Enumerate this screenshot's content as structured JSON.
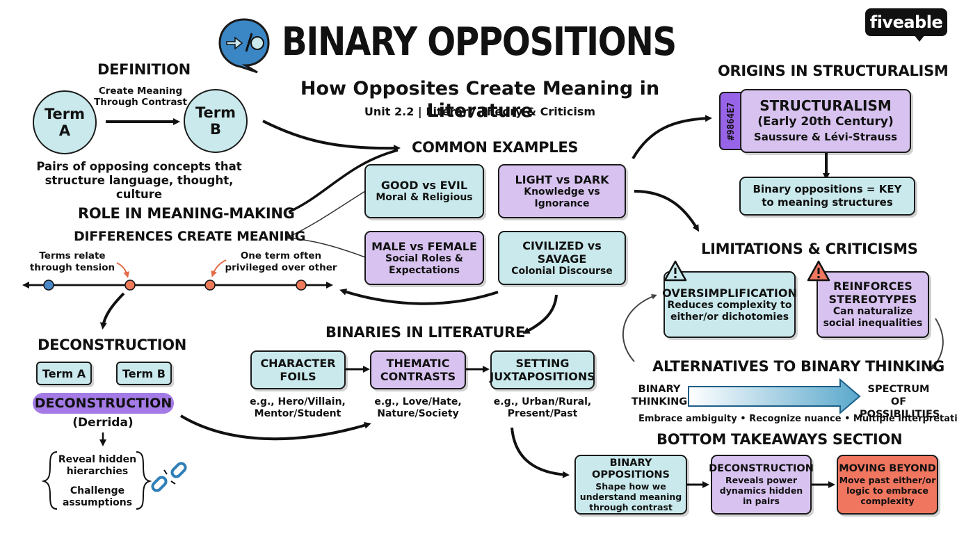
{
  "header": {
    "title": "BINARY OPPOSITIONS",
    "subtitle": "How Opposites Create Meaning in Literature",
    "unit": "Unit 2.2 | Literary Theory & Criticism",
    "brand": "fiveable",
    "brand_color": "#111111"
  },
  "definition": {
    "heading": "DEFINITION",
    "term_a": [
      "Term",
      "A"
    ],
    "term_b": [
      "Term",
      "B"
    ],
    "arrow_label": [
      "Create Meaning",
      "Through Contrast"
    ],
    "description": [
      "Pairs of opposing concepts that",
      "structure language, thought, culture"
    ]
  },
  "role": {
    "heading": "ROLE IN MEANING-MAKING",
    "subheading": "DIFFERENCES CREATE MEANING",
    "note_left": [
      "Terms relate",
      "through tension"
    ],
    "note_right": [
      "One term often",
      "privileged over other"
    ]
  },
  "deconstruction": {
    "heading": "DECONSTRUCTION",
    "term_a": "Term A",
    "term_b": "Term B",
    "label": "DECONSTRUCTION",
    "author": "(Derrida)",
    "items": [
      [
        "Reveal hidden",
        "hierarchies"
      ],
      [
        "Challenge",
        "assumptions"
      ]
    ]
  },
  "examples": {
    "heading": "COMMON EXAMPLES",
    "items": [
      {
        "title": "GOOD vs EVIL",
        "sub": [
          "Moral & Religious"
        ]
      },
      {
        "title": "LIGHT vs DARK",
        "sub": [
          "Knowledge vs",
          "Ignorance"
        ]
      },
      {
        "title": "MALE vs FEMALE",
        "sub": [
          "Social Roles &",
          "Expectations"
        ]
      },
      {
        "title": "CIVILIZED vs SAVAGE",
        "sub": [
          "Colonial Discourse"
        ]
      }
    ]
  },
  "literature": {
    "heading": "BINARIES IN LITERATURE",
    "items": [
      {
        "title": [
          "CHARACTER",
          "FOILS"
        ],
        "example": [
          "e.g., Hero/Villain,",
          "Mentor/Student"
        ]
      },
      {
        "title": [
          "THEMATIC",
          "CONTRASTS"
        ],
        "example": [
          "e.g., Love/Hate,",
          "Nature/Society"
        ]
      },
      {
        "title": [
          "SETTING",
          "JUXTAPOSITIONS"
        ],
        "example": [
          "e.g., Urban/Rural,",
          "Present/Past"
        ]
      }
    ]
  },
  "origins": {
    "heading": "ORIGINS IN STRUCTURALISM",
    "tab": "#9864E7",
    "title": "STRUCTURALISM",
    "period": "(Early 20th Century)",
    "names": "Saussure & Lévi-Strauss",
    "key": [
      "Binary oppositions = KEY",
      "to meaning structures"
    ]
  },
  "limitations": {
    "heading": "LIMITATIONS & CRITICISMS",
    "items": [
      {
        "title": "OVERSIMPLIFICATION",
        "sub": [
          "Reduces complexity to",
          "either/or dichotomies"
        ]
      },
      {
        "title": [
          "REINFORCES",
          "STEREOTYPES"
        ],
        "sub": [
          "Can naturalize",
          "social inequalities"
        ]
      }
    ]
  },
  "alternatives": {
    "heading": "ALTERNATIVES TO BINARY THINKING",
    "from": [
      "BINARY",
      "THINKING"
    ],
    "to": [
      "SPECTRUM OF",
      "POSSIBILITIES"
    ],
    "footer": "Embrace ambiguity • Recognize nuance • Multiple interpretations"
  },
  "takeaways": {
    "heading": "BOTTOM TAKEAWAYS SECTION",
    "items": [
      {
        "title": "BINARY OPPOSITIONS",
        "sub": [
          "Shape how we",
          "understand meaning",
          "through contrast"
        ]
      },
      {
        "title": "DECONSTRUCTION",
        "sub": [
          "Reveals power",
          "dynamics hidden",
          "in pairs"
        ]
      },
      {
        "title": "MOVING BEYOND",
        "sub": [
          "Move past either/or",
          "logic to embrace",
          "complexity"
        ]
      }
    ]
  },
  "colors": {
    "teal": "#c9e9ec",
    "purple": "#d8c3f0",
    "red": "#f07660",
    "accent_purple": "#9864e7"
  }
}
